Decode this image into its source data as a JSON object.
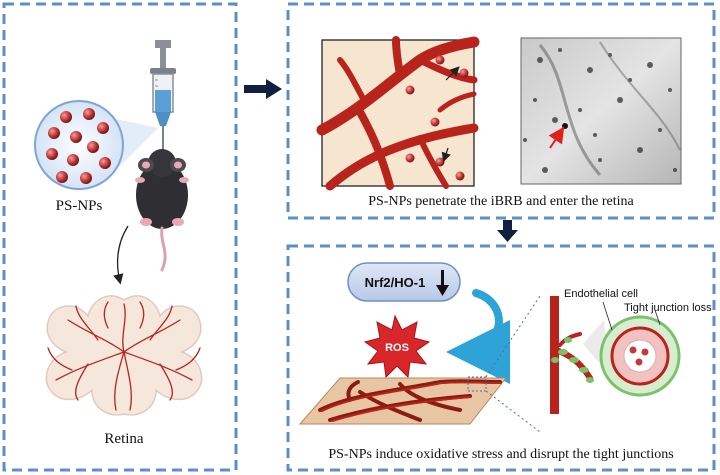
{
  "left_panel": {
    "np_label": "PS-NPs",
    "retina_label": "Retina"
  },
  "top_right_panel": {
    "caption": "PS-NPs penetrate the iBRB and enter the retina"
  },
  "bottom_right_panel": {
    "pathway_label": "Nrf2/HO-1",
    "ros_label": "ROS",
    "endothelial_label": "Endothelial cell",
    "tight_junction_label": "Tight junction loss",
    "caption": "PS-NPs induce oxidative stress and disrupt the tight junctions"
  },
  "colors": {
    "panel_border": "#5b8fc9",
    "vessel_red": "#b8241c",
    "particle": "#c23a3a",
    "tissue_bg": "#f6e6cf",
    "pill_bg": "#c9d6ee",
    "ros_red": "#d9262b",
    "cyan_arrow": "#2ea3d8",
    "navy_arrow": "#0f1f3d"
  }
}
